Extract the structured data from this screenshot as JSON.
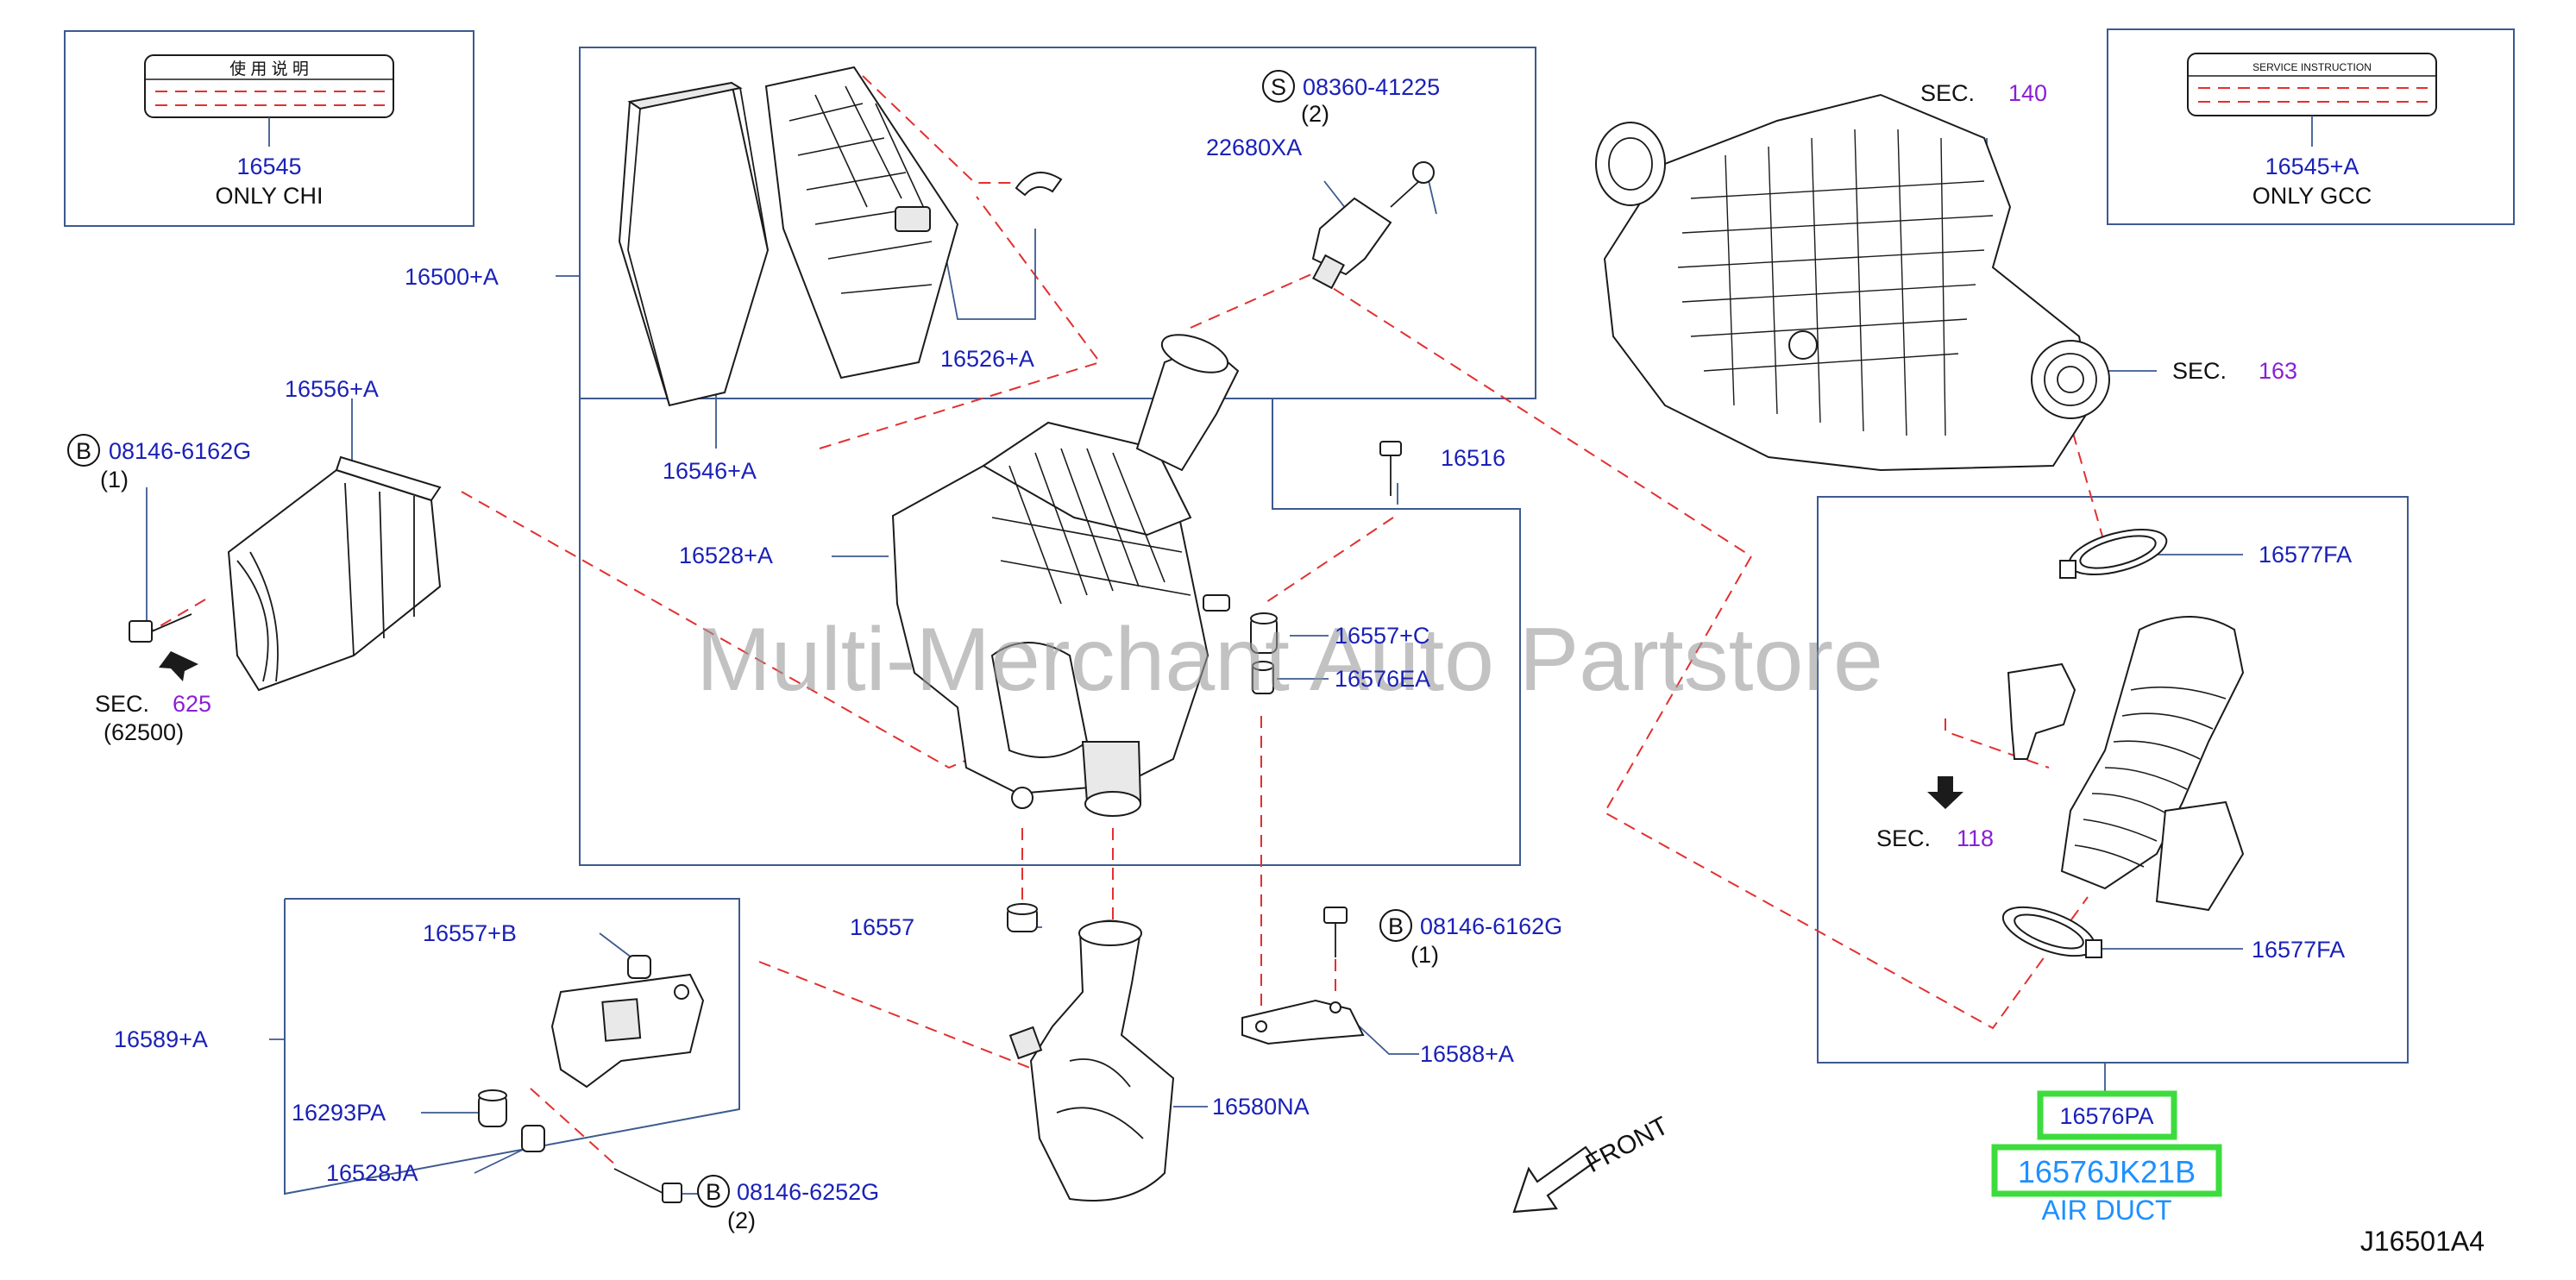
{
  "watermark": "Multi-Merchant Auto Partstore",
  "diagram_code": "J16501A4",
  "highlight": {
    "part": "16576PA",
    "number": "16576JK21B",
    "name": "AIR DUCT",
    "accent": "#3ddc3d",
    "number_color": "#1e90ff"
  },
  "colors": {
    "part_label": "#1a21b8",
    "section_ref": "#8a1fd6",
    "leader": "#3d5a8f",
    "dash": "#e23030"
  },
  "service_card_left": {
    "heading": "使 用 说 明",
    "part": "16545",
    "note": "ONLY   CHI"
  },
  "service_card_right": {
    "heading": "SERVICE   INSTRUCTION",
    "part": "16545+A",
    "note": "ONLY   GCC"
  },
  "front_label": "FRONT",
  "labels": {
    "p16500A": "16500+A",
    "p16546A": "16546+A",
    "p16526A": "16526+A",
    "p16528A": "16528+A",
    "p16556A": "16556+A",
    "p22680XA": "22680XA",
    "p08360": "08360-41225",
    "q2a": "(2)",
    "p16516": "16516",
    "p16557C": "16557+C",
    "p16576EA": "16576EA",
    "p08146a": "08146-6162G",
    "q1a": "(1)",
    "sec625": "SEC.",
    "sec625n": "625",
    "p62500": "(62500)",
    "p16557": "16557",
    "p08146b": "08146-6162G",
    "q1b": "(1)",
    "p16588A": "16588+A",
    "p16580NA": "16580NA",
    "p16557B": "16557+B",
    "p16589A": "16589+A",
    "p16293PA": "16293PA",
    "p16528JA": "16528JA",
    "p08146c": "08146-6252G",
    "q2b": "(2)",
    "sec140": "SEC.",
    "sec140n": "140",
    "sec163": "SEC.",
    "sec163n": "163",
    "p16577FAa": "16577FA",
    "p16577FAb": "16577FA",
    "sec118": "SEC.",
    "sec118n": "118",
    "circB": "B",
    "circS": "S"
  }
}
